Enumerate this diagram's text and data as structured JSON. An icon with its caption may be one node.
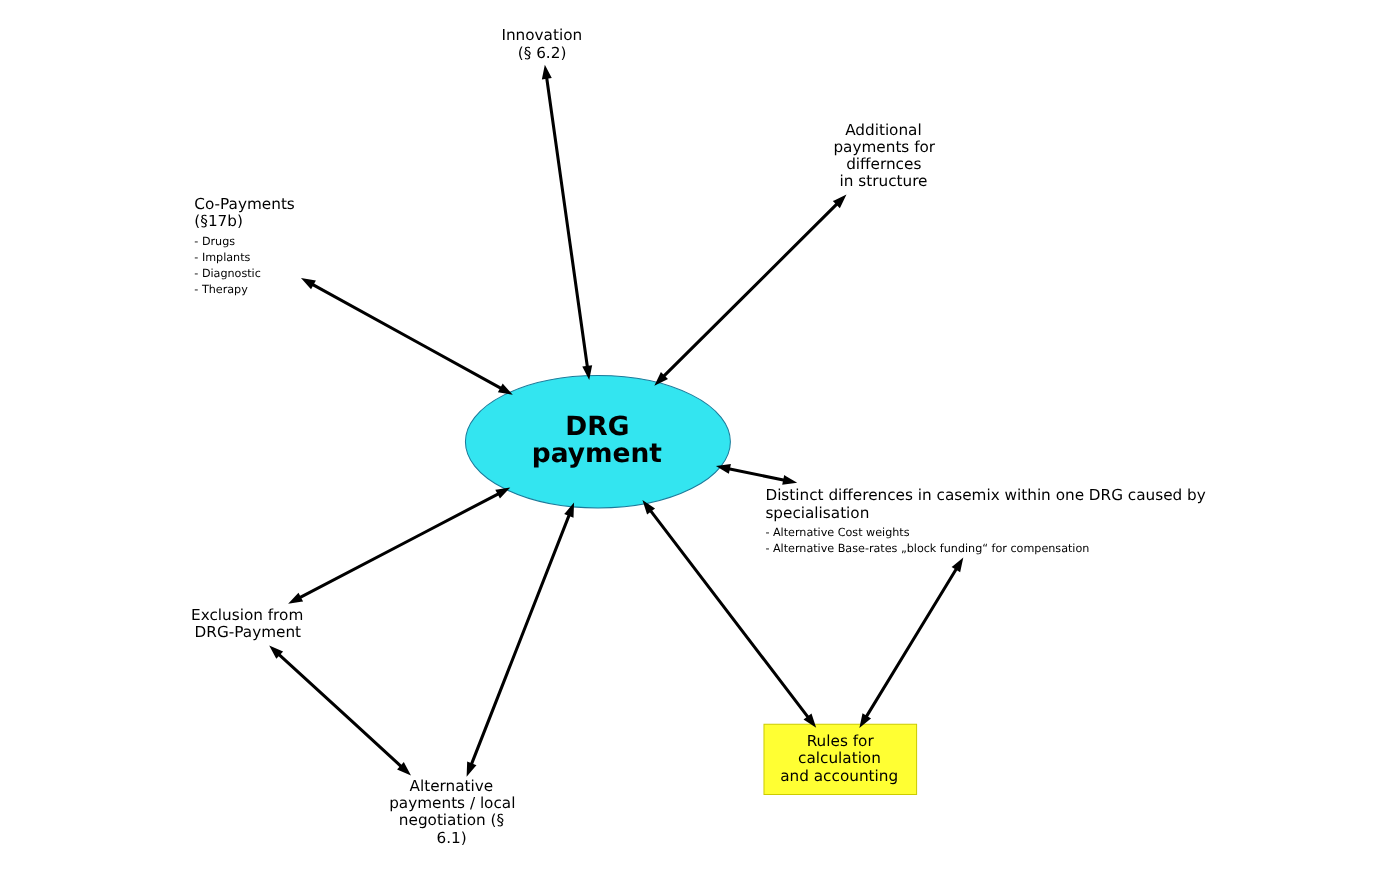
{
  "diagram": {
    "nodes": [
      {
        "text": [
          "DRG payment"
        ]
      },
      {
        "text": [
          "Distinct differences in casemix within one DRG caused by specialisation",
          "- Alternative Cost weights",
          "- Alternative Base-rates „block funding“ for compensation"
        ]
      },
      {
        "text": [
          "Rules for calculation and accounting"
        ]
      },
      {
        "text": [
          "Co-Payments (§17b)",
          "- Drugs",
          "- Implants",
          "- Diagnostic",
          "- Therapy"
        ]
      },
      {
        "text": [
          "Additional payments for differnces in structure"
        ]
      },
      {
        "text": [
          "Innovation (§ 6.2)"
        ]
      },
      {
        "text": [
          "Exclusion from DRG-Payment"
        ]
      },
      {
        "text": [
          "Alternative payments / local negotiation (§ 6.1)"
        ]
      }
    ],
    "edges": [
      {
        "from": 0,
        "to": 1,
        "arrow": "both"
      },
      {
        "from": 1,
        "to": 2,
        "arrow": "both"
      },
      {
        "from": 0,
        "to": 2,
        "arrow": "both"
      },
      {
        "from": 3,
        "to": 0,
        "arrow": "both"
      },
      {
        "from": 0,
        "to": 4,
        "arrow": "both"
      },
      {
        "from": 0,
        "to": 7,
        "arrow": "both"
      },
      {
        "from": 0,
        "to": 5,
        "arrow": "both"
      },
      {
        "from": 0,
        "to": 6,
        "arrow": "both"
      },
      {
        "from": 6,
        "to": 7,
        "arrow": "both"
      }
    ]
  }
}
